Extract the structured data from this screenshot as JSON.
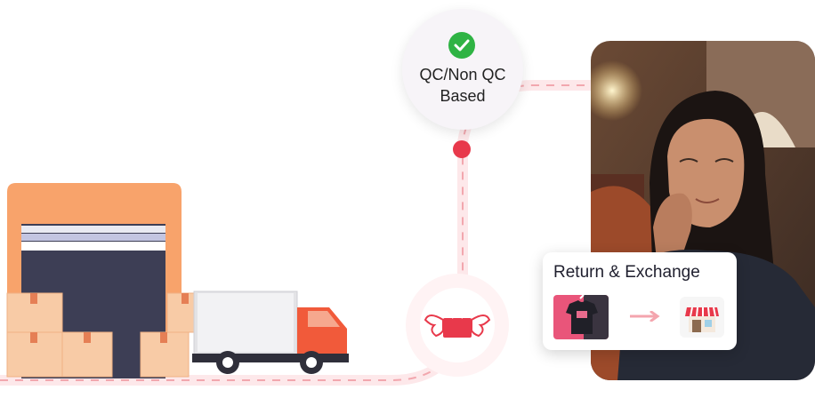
{
  "qc_bubble": {
    "line1": "QC/Non QC",
    "line2": "Based"
  },
  "card": {
    "title": "Return & Exchange"
  },
  "colors": {
    "accent_red": "#e8394b",
    "path_pink": "#f6c4c8",
    "warehouse_orange": "#f8a36b",
    "check_green": "#2fb344"
  },
  "icons": [
    "check-icon",
    "winged-package-icon",
    "tshirt-icon",
    "arrow-right-icon",
    "store-icon",
    "delivery-truck-icon",
    "warehouse-icon"
  ]
}
